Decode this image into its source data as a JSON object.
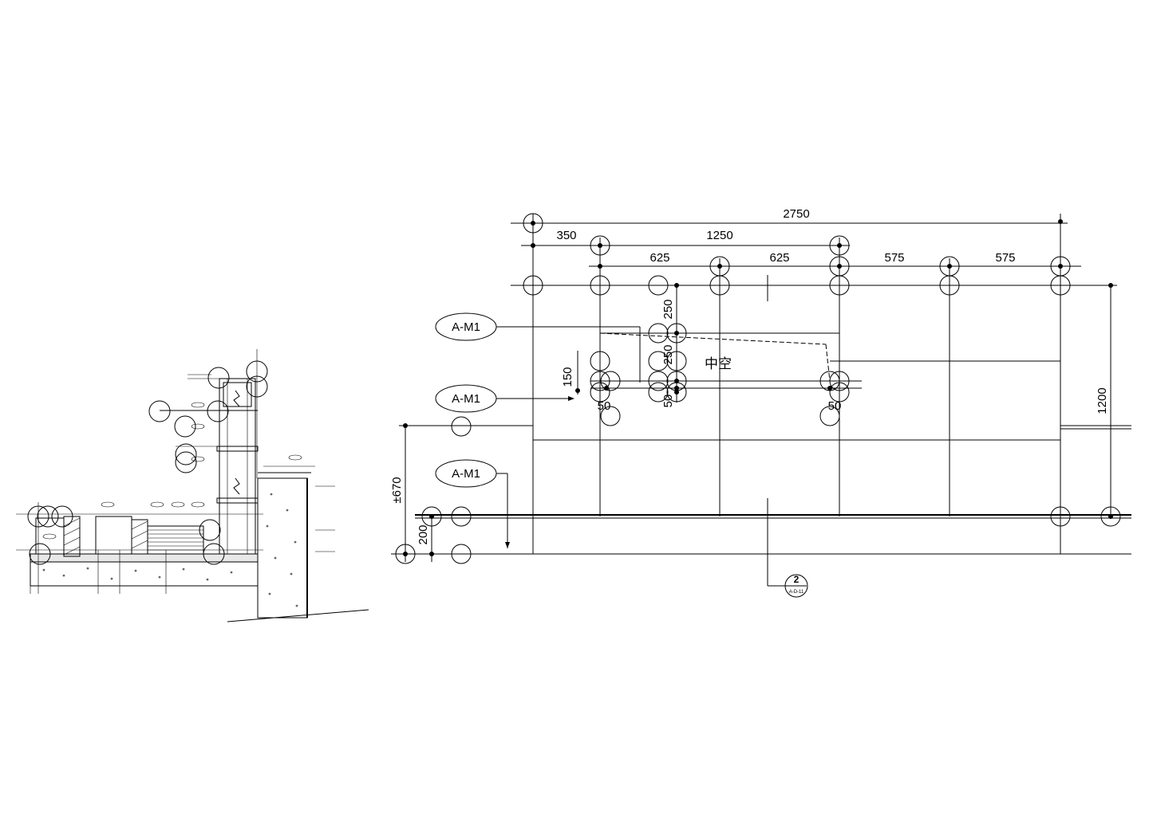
{
  "dimensions": {
    "overall_width": "2750",
    "segment_left": "350",
    "segment_mid": "1250",
    "segment_a": "625",
    "segment_b": "625",
    "segment_c": "575",
    "segment_d": "575",
    "vert_upper": "250",
    "vert_lower": "250",
    "vert_150": "150",
    "vert_50_a": "50",
    "vert_50_b": "50",
    "vert_50_c": "50",
    "total_height": "1200",
    "level": "±670",
    "vert_200": "200"
  },
  "tags": {
    "tag_1": "A-M1",
    "tag_2": "A-M1",
    "tag_3": "A-M1"
  },
  "labels": {
    "void": "中空"
  },
  "section_symbol": {
    "number": "2",
    "sheet": "A-D-11"
  }
}
